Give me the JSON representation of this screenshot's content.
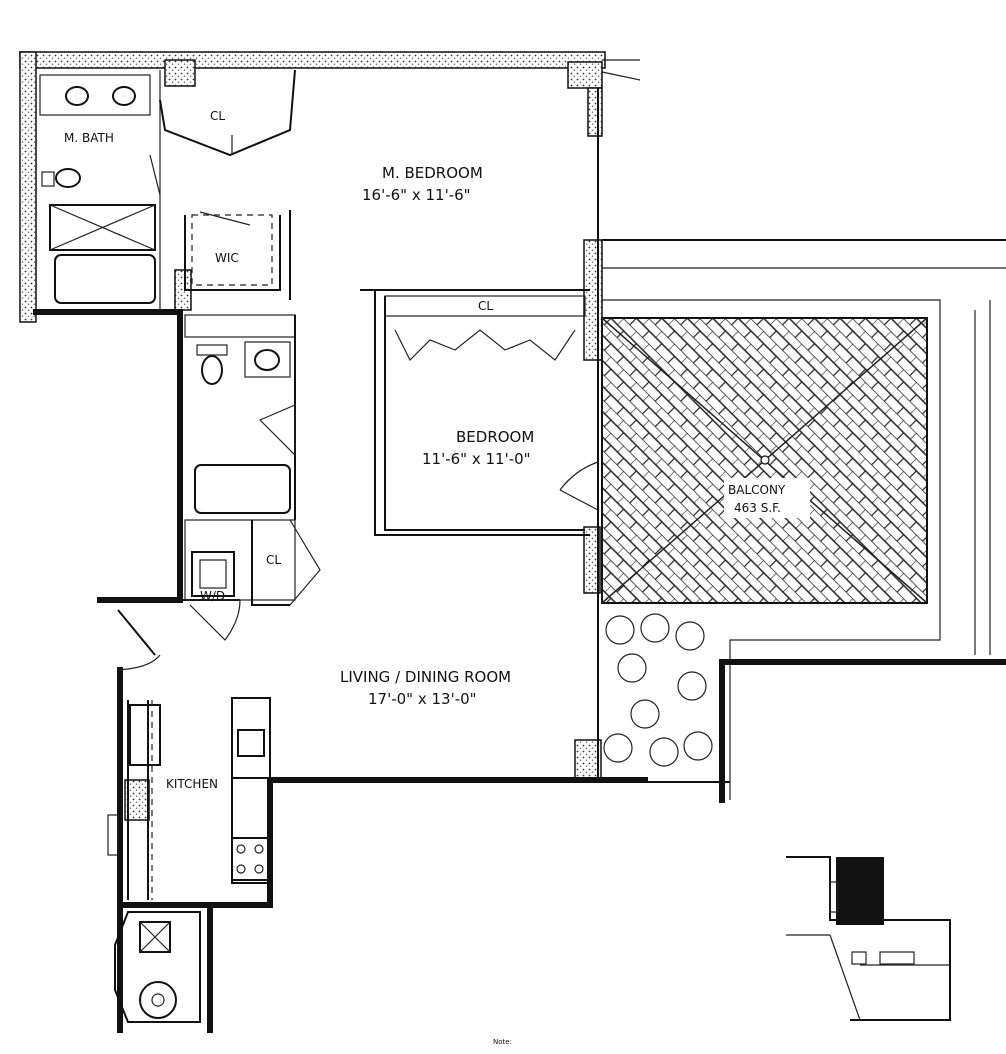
{
  "rooms": {
    "master_bath": {
      "name": "M. BATH"
    },
    "closet_master": {
      "name": "CL"
    },
    "master_bedroom": {
      "name": "M. BEDROOM",
      "size": "16'-6\" x 11'-6\""
    },
    "walk_in_closet": {
      "name": "WIC"
    },
    "closet_bedroom": {
      "name": "CL"
    },
    "bedroom": {
      "name": "BEDROOM",
      "size": "11'-6\" x 11'-0\""
    },
    "balcony": {
      "name": "BALCONY",
      "area": "463 S.F."
    },
    "hall_closet": {
      "name": "CL"
    },
    "washer_dryer": {
      "name": "W/D"
    },
    "living_dining": {
      "name": "LIVING / DINING ROOM",
      "size": "17'-0\" x 13'-0\""
    },
    "kitchen": {
      "name": "KITCHEN"
    }
  },
  "note_label": "Note:",
  "colors": {
    "wall": "#111111",
    "key_plan_highlight": "#111111",
    "background": "#ffffff"
  }
}
